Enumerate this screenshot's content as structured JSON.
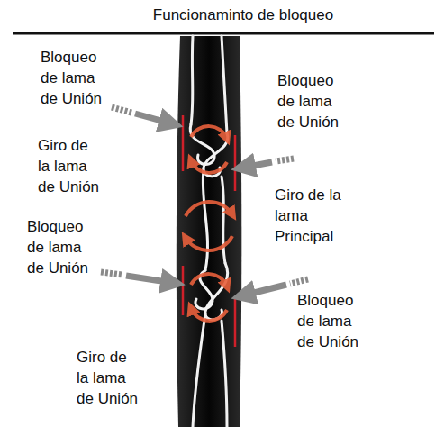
{
  "diagram": {
    "title": "Funcionaminto de bloqueo",
    "labels": [
      "Bloqueo de lama de Unión",
      "Bloqueo de lama de Unión",
      "Giro de la lama de Unión",
      "Giro de la lama Principal",
      "Bloqueo de lama de Unión",
      "Bloqueo de lama de Unión",
      "Giro de la lama de Unión"
    ]
  }
}
